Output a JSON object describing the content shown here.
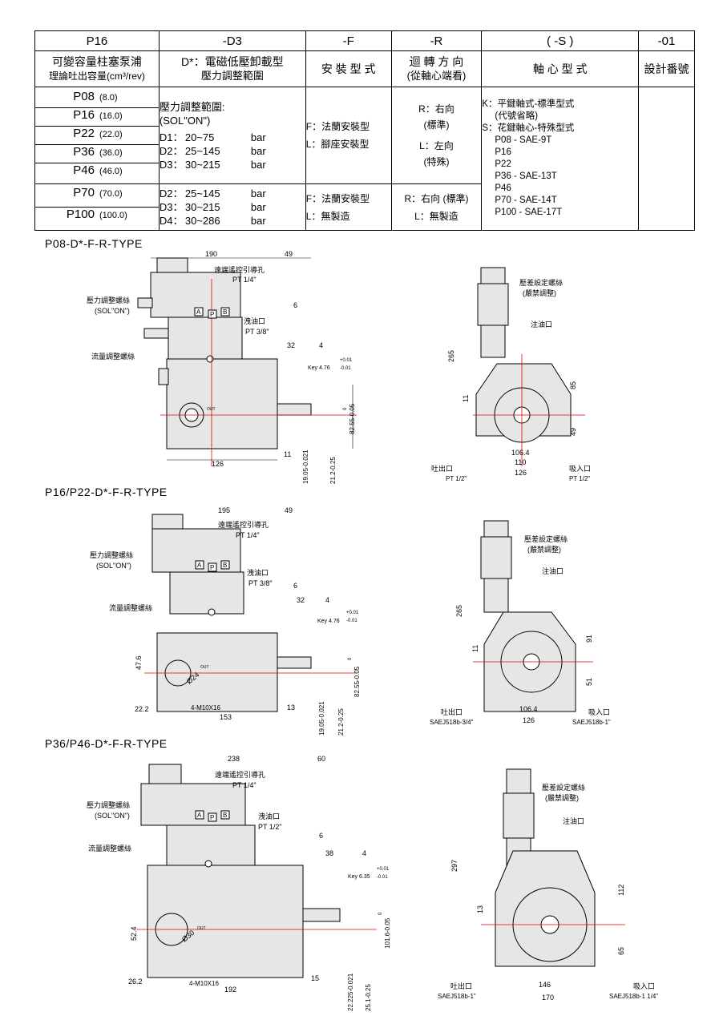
{
  "table": {
    "headers": [
      "P16",
      "-D3",
      "-F",
      "-R",
      "( -S )",
      "-01"
    ],
    "sub": {
      "c1a": "可變容量柱塞泵浦",
      "c1b": "理論吐出容量(cm³/rev)",
      "c2a": "D*：電磁低壓卸載型",
      "c2b": "壓力調整範圍",
      "c3": "安 裝 型 式",
      "c4a": "迴 轉 方 向",
      "c4b": "(從軸心端看)",
      "c5": "軸 心 型 式",
      "c6": "設計番號"
    },
    "models": [
      {
        "name": "P08",
        "vol": "(8.0)"
      },
      {
        "name": "P16",
        "vol": "(16.0)"
      },
      {
        "name": "P22",
        "vol": "(22.0)"
      },
      {
        "name": "P36",
        "vol": "(36.0)"
      },
      {
        "name": "P46",
        "vol": "(46.0)"
      },
      {
        "name": "P70",
        "vol": "(70.0)"
      },
      {
        "name": "P100",
        "vol": "(100.0)"
      }
    ],
    "pressure_a": {
      "t1": "壓力調整範圍:",
      "t2": "(SOL\"ON\")",
      "rows": [
        [
          "D1：",
          "20~75",
          "bar"
        ],
        [
          "D2：",
          "25~145",
          "bar"
        ],
        [
          "D3：",
          "30~215",
          "bar"
        ]
      ]
    },
    "pressure_b": {
      "rows": [
        [
          "D2：",
          "25~145",
          "bar"
        ],
        [
          "D3：",
          "30~215",
          "bar"
        ],
        [
          "D4：",
          "30~286",
          "bar"
        ]
      ]
    },
    "mount_a": [
      "F：法蘭安裝型",
      "L：腳座安裝型"
    ],
    "mount_b": [
      "F：法蘭安裝型",
      "L：無製造"
    ],
    "rot_a": [
      "R：右向",
      "(標準)",
      "L：左向",
      "(特殊)"
    ],
    "rot_b": [
      "R：右向 (標準)",
      "L：無製造"
    ],
    "shaft": [
      "K：平鍵軸式-標準型式",
      "(代號省略)",
      "S：花鍵軸心-特殊型式",
      "P08 - SAE-9T",
      "P16",
      "P22",
      "P36 - SAE-13T",
      "P46",
      "P70 - SAE-14T",
      "P100 - SAE-17T"
    ]
  },
  "drawings": [
    {
      "title": "P08-D*-F-R-TYPE",
      "side": {
        "top_len": "190",
        "shaft_ext": "49",
        "remote": "遠端遙控引導孔",
        "remote_pt": "PT 1/4\"",
        "press": "壓力調整螺絲",
        "sol": "(SOL\"ON\")",
        "flow": "流量調整螺絲",
        "drain": "洩油口",
        "drain_pt": "PT 3/8\"",
        "d6": "6",
        "d32": "32",
        "d4": "4",
        "key": "Key 4.76",
        "tol_u": "+0.01",
        "tol_l": "-0.01",
        "h": "82.55-0.05",
        "h0": "0",
        "w": "126",
        "w11": "11",
        "sd1": "19.05-0.021",
        "sd2": "21.2-0.25",
        "a": "A",
        "p": "P",
        "b": "B",
        "out": "OUT"
      },
      "front": {
        "diff": "壓差設定螺絲",
        "diff2": "(嚴禁調整)",
        "fill": "注油口",
        "h265": "265",
        "h85": "85",
        "h49": "49",
        "h11": "11",
        "w1": "106.4",
        "w2": "110",
        "w3": "126",
        "out": "吐出口",
        "out_pt": "PT 1/2\"",
        "in": "吸入口",
        "in_pt": "PT 1/2\""
      }
    },
    {
      "title": "P16/P22-D*-F-R-TYPE",
      "side": {
        "top_len": "195",
        "shaft_ext": "49",
        "remote": "遠端遙控引導孔",
        "remote_pt": "PT 1/4\"",
        "press": "壓力調整螺絲",
        "sol": "(SOL\"ON\")",
        "flow": "流量調整螺絲",
        "drain": "洩油口",
        "drain_pt": "PT 3/8\"",
        "d6": "6",
        "d32": "32",
        "d4": "4",
        "key": "Key 4.76",
        "tol_u": "+0.01",
        "tol_l": "-0.01",
        "h": "82.55-0.05",
        "h0": "0",
        "w": "153",
        "w22": "22.2",
        "w13": "13",
        "h47": "47.6",
        "dia": "Ø24",
        "bolt": "4-M10X16",
        "sd1": "19.05-0.021",
        "sd2": "21.2-0.25",
        "a": "A",
        "p": "P",
        "b": "B",
        "out": "OUT"
      },
      "front": {
        "diff": "壓差設定螺絲",
        "diff2": "(嚴禁調整)",
        "fill": "注油口",
        "h265": "265",
        "h91": "91",
        "h51": "51",
        "h11": "11",
        "w1": "106.4",
        "w3": "126",
        "out": "吐出口",
        "out_pt": "SAEJ518b-3/4\"",
        "in": "吸入口",
        "in_pt": "SAEJ518b-1\""
      }
    },
    {
      "title": "P36/P46-D*-F-R-TYPE",
      "side": {
        "top_len": "238",
        "shaft_ext": "60",
        "remote": "遠端遙控引導孔",
        "remote_pt": "PT 1/4\"",
        "press": "壓力調整螺絲",
        "sol": "(SOL\"ON\")",
        "flow": "流量調整螺絲",
        "drain": "洩油口",
        "drain_pt": "PT 1/2\"",
        "d6": "6",
        "d38": "38",
        "d4": "4",
        "key": "Key 6.35",
        "tol_u": "+0.01",
        "tol_l": "-0.01",
        "h": "101.6-0.05",
        "h0": "0",
        "w": "192",
        "w26": "26.2",
        "w15": "15",
        "h52": "52.4",
        "dia": "Ø30",
        "bolt": "4-M10X16",
        "sd1": "22.225-0.021",
        "sd2": "25.1-0.25",
        "a": "A",
        "p": "P",
        "b": "B",
        "out": "OUT"
      },
      "front": {
        "diff": "壓差設定螺絲",
        "diff2": "(嚴禁調整)",
        "fill": "注油口",
        "h297": "297",
        "h112": "112",
        "h65": "65",
        "h13": "13",
        "w1": "146",
        "w3": "170",
        "out": "吐出口",
        "out_pt": "SAEJ518b-1\"",
        "in": "吸入口",
        "in_pt": "SAEJ518b-1 1/4\""
      }
    }
  ]
}
